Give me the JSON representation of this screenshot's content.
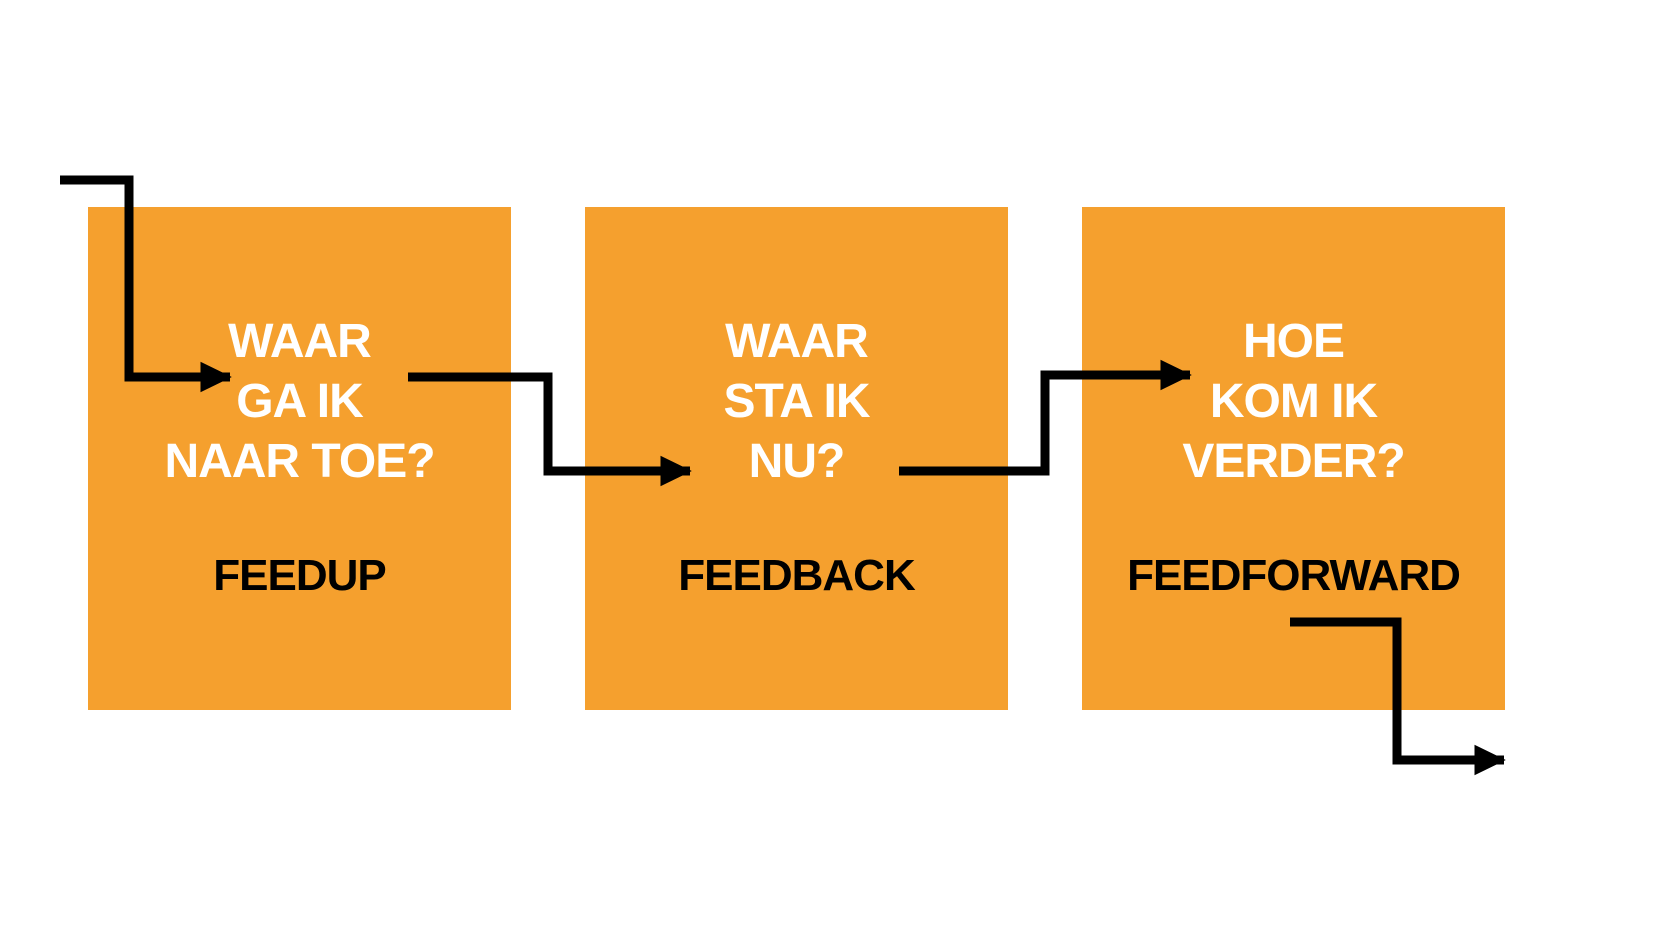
{
  "diagram": {
    "colors": {
      "background": "#FFFFFF",
      "box_fill": "#F5A02E",
      "question_text": "#FFFFFF",
      "label_text": "#000000",
      "arrow": "#000000"
    },
    "boxes": [
      {
        "id": "feedup",
        "question_lines": [
          "WAAR",
          "GA IK",
          "NAAR TOE?"
        ],
        "label": "FEEDUP"
      },
      {
        "id": "feedback",
        "question_lines": [
          "WAAR",
          "STA IK",
          "NU?"
        ],
        "label": "FEEDBACK"
      },
      {
        "id": "feedforward",
        "question_lines": [
          "HOE",
          "KOM IK",
          "VERDER?"
        ],
        "label": "FEEDFORWARD"
      }
    ]
  }
}
